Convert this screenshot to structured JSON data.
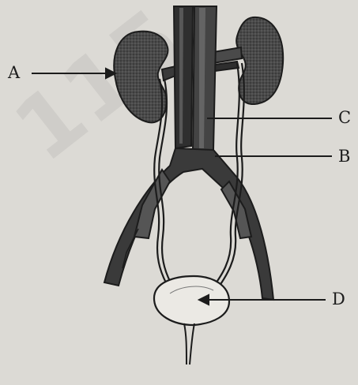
{
  "diagram": {
    "labels": {
      "a": "A",
      "b": "B",
      "c": "C",
      "d": "D"
    },
    "watermark": "115",
    "colors": {
      "background": "#dcdad5",
      "ink": "#1c1c1c",
      "tissue": "#3a3a3a",
      "light_tissue": "#e9e7e2",
      "watermark": "#c6c4c0"
    }
  }
}
